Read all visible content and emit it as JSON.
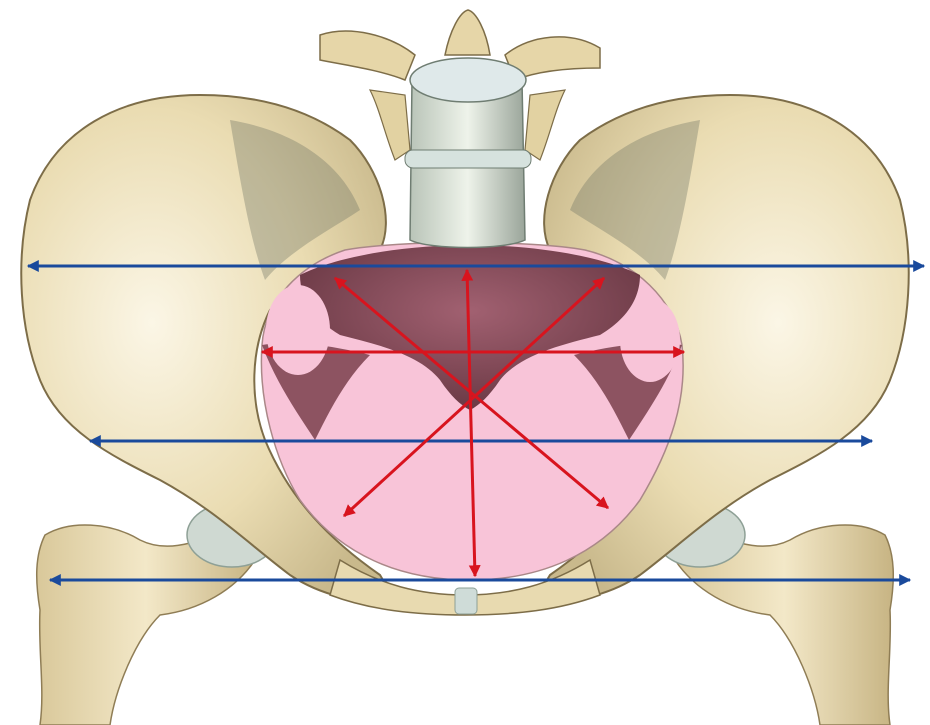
{
  "diagram": {
    "subject": "pelvis-anterior-view",
    "measure_color": "#1a4a9c",
    "inlet_color": "#d8141e",
    "bone_color": "#eee2bc",
    "inlet_fill": "#f8c4d8",
    "blue_measures": [
      {
        "id": "bi-iliac"
      },
      {
        "id": "bi-spinous"
      },
      {
        "id": "bi-trochanteric"
      }
    ],
    "red_measures": [
      {
        "id": "anteroposterior"
      },
      {
        "id": "transverse"
      },
      {
        "id": "oblique-right"
      },
      {
        "id": "oblique-left"
      }
    ]
  }
}
